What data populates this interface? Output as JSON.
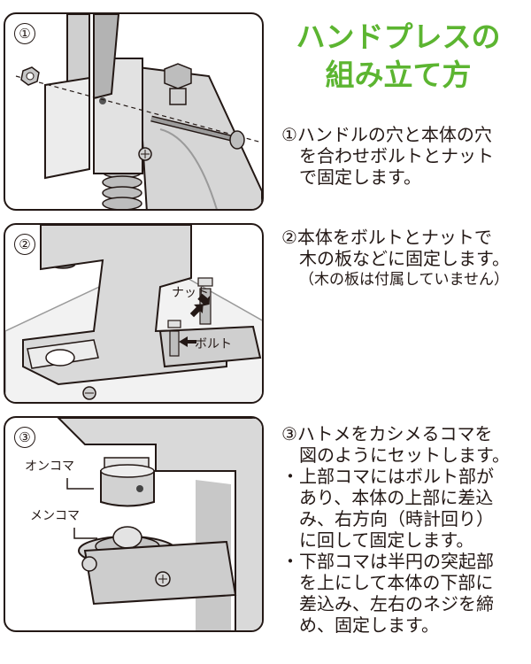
{
  "title": {
    "line1": "ハンドプレスの",
    "line2": "組み立て方"
  },
  "panels": [
    {
      "number": "①"
    },
    {
      "number": "②",
      "labels": {
        "nut": "ナット",
        "bolt": "ボルト"
      }
    },
    {
      "number": "③",
      "labels": {
        "male": "オンコマ",
        "female": "メンコマ"
      }
    }
  ],
  "steps": {
    "step1": [
      "①ハンドルの穴と本体の穴",
      "を合わせボルトとナット",
      "で固定します。"
    ],
    "step2": [
      "②本体をボルトとナットで",
      "木の板などに固定します。"
    ],
    "step2_note": "（木の板は付属していません）",
    "step3": [
      "③ハトメをカシメるコマを",
      "図のようにセットします。"
    ],
    "step3_bullet1": [
      "・上部コマにはボルト部が",
      "あり、本体の上部に差込",
      "み、右方向（時計回り）",
      "に回して固定します。"
    ],
    "step3_bullet2": [
      "・下部コマは半円の突起部",
      "を上にして本体の下部に",
      "差込み、左右のネジを締",
      "め、固定します。"
    ]
  },
  "colors": {
    "title_green": "#5cb531",
    "text": "#231815",
    "metal": "#c9c9c9",
    "metal_dark": "#8c8c8c"
  }
}
